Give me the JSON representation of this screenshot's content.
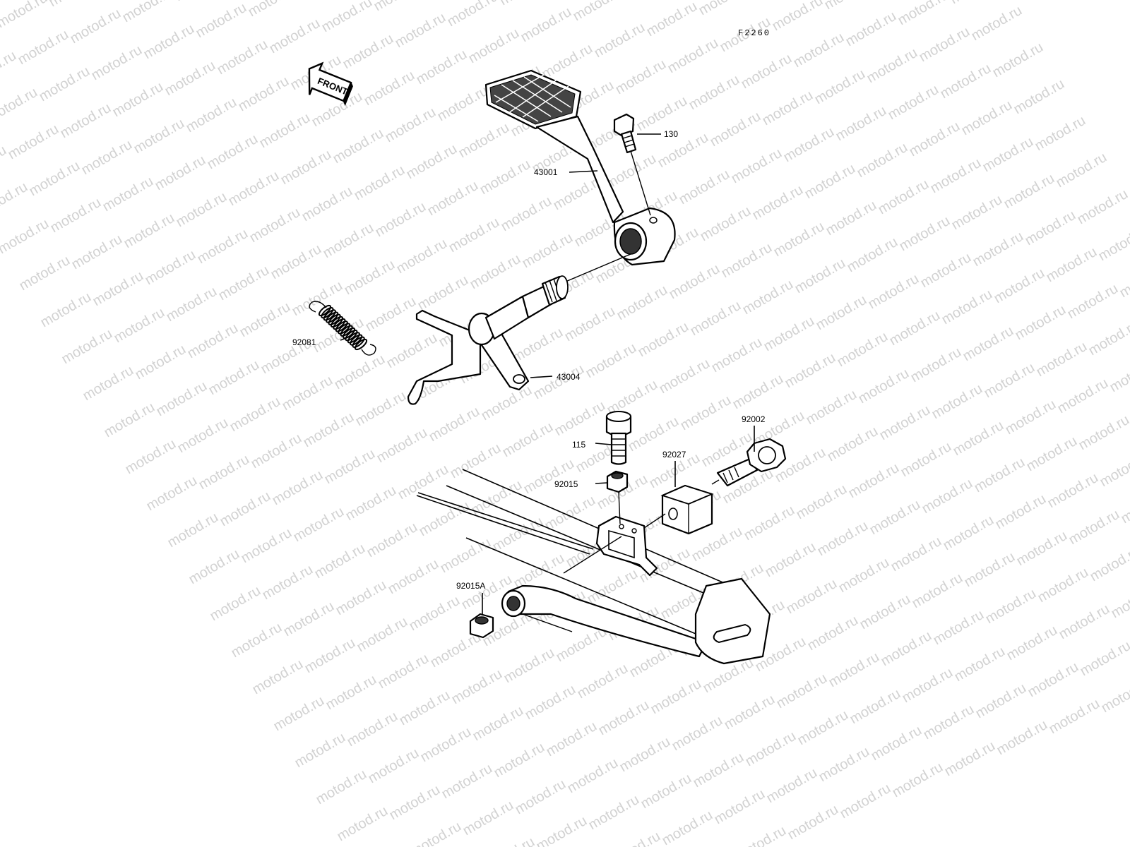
{
  "diagram_code": "F2260",
  "front_arrow_label": "FRONT",
  "watermark_text": "motod.ru",
  "parts": [
    {
      "id": "p130",
      "label": "130"
    },
    {
      "id": "p43001",
      "label": "43001"
    },
    {
      "id": "p92081",
      "label": "92081"
    },
    {
      "id": "p43004",
      "label": "43004"
    },
    {
      "id": "p115",
      "label": "115"
    },
    {
      "id": "p92002",
      "label": "92002"
    },
    {
      "id": "p92027",
      "label": "92027"
    },
    {
      "id": "p92015",
      "label": "92015"
    },
    {
      "id": "p92015A",
      "label": "92015A"
    }
  ]
}
